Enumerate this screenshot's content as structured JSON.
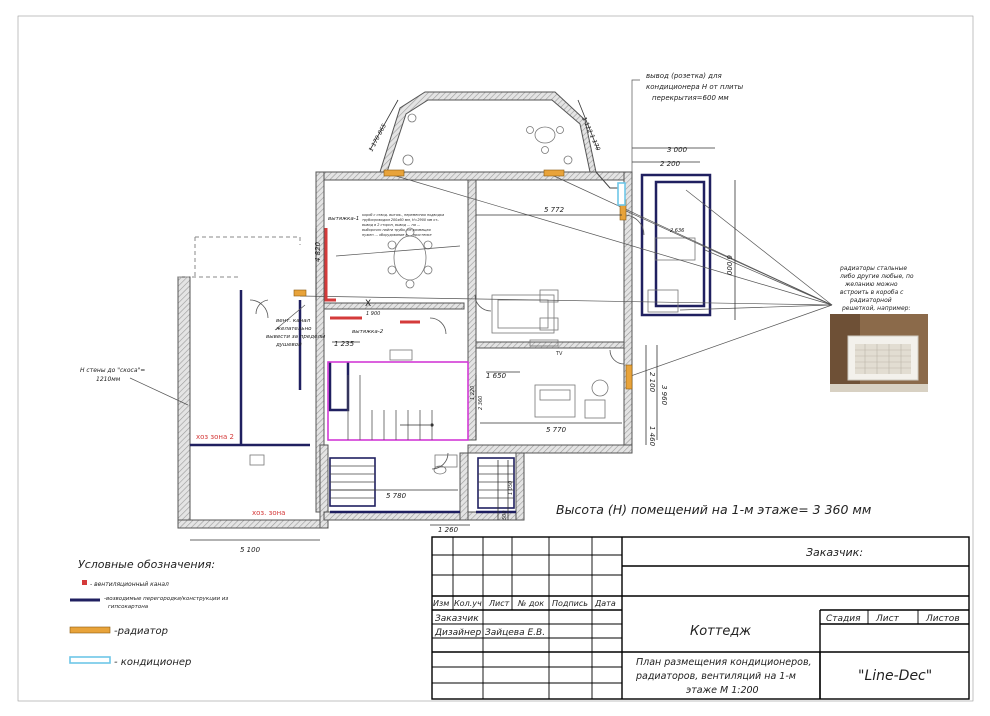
{
  "colors": {
    "radiator": "#e8a33a",
    "conditioner": "#6ec6e8",
    "partition": "#202060",
    "vent": "#d43a3a",
    "stair_highlight": "#d23ad6"
  },
  "plan": {
    "height_note": "Высота (Н) помещений на 1-м этаже= 3 360 мм",
    "ac_note": [
      "вывод (розетка) для",
      "кондиционера Н от плиты",
      "перекрытия=600 мм"
    ],
    "radiator_note": [
      "радиаторы стальные",
      "либо другие любые, по",
      "желанию можно",
      "встроить в короба с",
      "радиаторной",
      "решеткой, например:"
    ],
    "vent_note": [
      "вент. канал",
      "желательно",
      "вывести за пределы",
      "душевой"
    ],
    "wall_note": [
      "Н стены до \"скоса\"=",
      "1210мм"
    ],
    "small_note": [
      "короб с отвод. вытяж., переменная подводка",
      "трубопроводом 200х60 мм, Н=2900 мм от..",
      "вывод в 2 сторон, вывод ... на ...",
      "выборочно найти трубы, не размещая",
      "нужен ... оборудование в ... простенке"
    ],
    "vent1": "вытяжка-1",
    "vent2": "вытяжка-2",
    "zone1": "хоз. зона",
    "zone2": "хоз зона 2",
    "tv": "TV",
    "x_mark": "X",
    "dims": {
      "d5100": "5 100",
      "d5780": "5 780",
      "d5772": "5 772",
      "d5770": "5 770",
      "d3000": "3 000",
      "d2200": "2 200",
      "d6000": "6 000",
      "d3960": "3 960",
      "d1460": "1 460",
      "d2100": "2 100",
      "d1650": "1 650",
      "d1260": "1 260",
      "d1235": "1 235",
      "d4820": "4 820",
      "d1900": "1 900",
      "d2636": "2 636",
      "d1170": "1 170 865",
      "d1112": "1 112 1 170",
      "d2360": "2 360",
      "d1220": "1 220",
      "d1050": "1 050",
      "d500": "500"
    }
  },
  "legend": {
    "title": "Условные обозначения:",
    "vent_channel": "- вентиляционный канал",
    "partitions": [
      "-возводимые перегородки/конструкции из",
      "гипсокартона"
    ],
    "radiator": "-радиатор",
    "conditioner": "- кондиционер"
  },
  "titleblock": {
    "customer_label": "Заказчик:",
    "headers": [
      "Изм",
      "Кол.уч",
      "Лист",
      "№ док",
      "Подпись",
      "Дата"
    ],
    "customer_row": "Заказчик",
    "designer_row": "Дизайнер",
    "designer_name": "Зайцева Е.В.",
    "project": "Коттедж",
    "stage": "Стадия",
    "sheet": "Лист",
    "sheets": "Листов",
    "description": [
      "План размещения кондиционеров,",
      "радиаторов, вентиляций на 1-м",
      "этаже  М 1:200"
    ],
    "company": "\"Line-Dec\""
  }
}
